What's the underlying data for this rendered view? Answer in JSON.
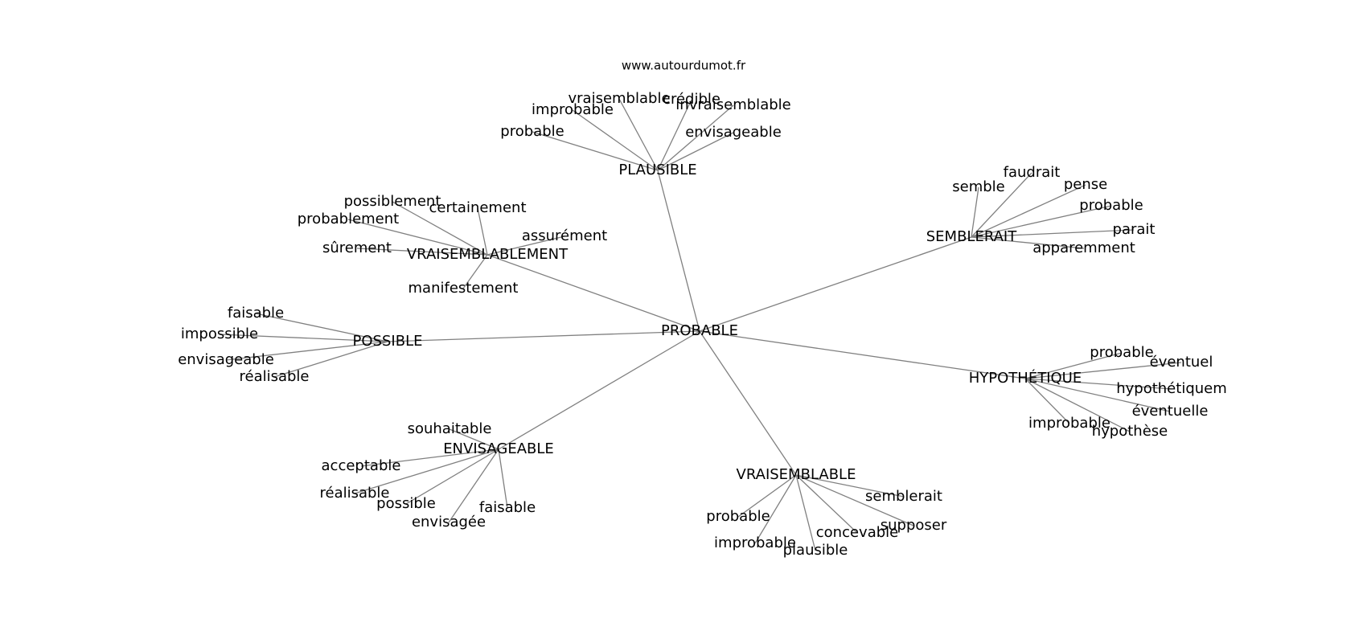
{
  "header": {
    "site": "www.autourdumot.fr"
  },
  "graph": {
    "edge_color": "#808080",
    "text_color": "#000000",
    "center": "PROBABLE",
    "hubs": [
      {
        "id": "plausible",
        "label": "PLAUSIBLE",
        "leaves": [
          "vraisemblable",
          "crédible",
          "improbable",
          "invraisemblable",
          "probable",
          "envisageable"
        ]
      },
      {
        "id": "semblerait",
        "label": "SEMBLERAIT",
        "leaves": [
          "faudrait",
          "semble",
          "pense",
          "probable",
          "parait",
          "apparemment"
        ]
      },
      {
        "id": "vraisemblablement",
        "label": "VRAISEMBLABLEMENT",
        "leaves": [
          "possiblement",
          "certainement",
          "probablement",
          "assurément",
          "sûrement",
          "manifestement"
        ]
      },
      {
        "id": "possible",
        "label": "POSSIBLE",
        "leaves": [
          "faisable",
          "impossible",
          "envisageable",
          "réalisable"
        ]
      },
      {
        "id": "hypothetique",
        "label": "HYPOTHÉTIQUE",
        "leaves": [
          "probable",
          "éventuel",
          "hypothétiquem",
          "éventuelle",
          "improbable",
          "hypothèse"
        ]
      },
      {
        "id": "envisageable",
        "label": "ENVISAGEABLE",
        "leaves": [
          "souhaitable",
          "acceptable",
          "réalisable",
          "possible",
          "faisable",
          "envisagée"
        ]
      },
      {
        "id": "vraisemblable",
        "label": "VRAISEMBLABLE",
        "leaves": [
          "semblerait",
          "probable",
          "supposer",
          "concevable",
          "improbable",
          "plausible"
        ]
      }
    ]
  }
}
